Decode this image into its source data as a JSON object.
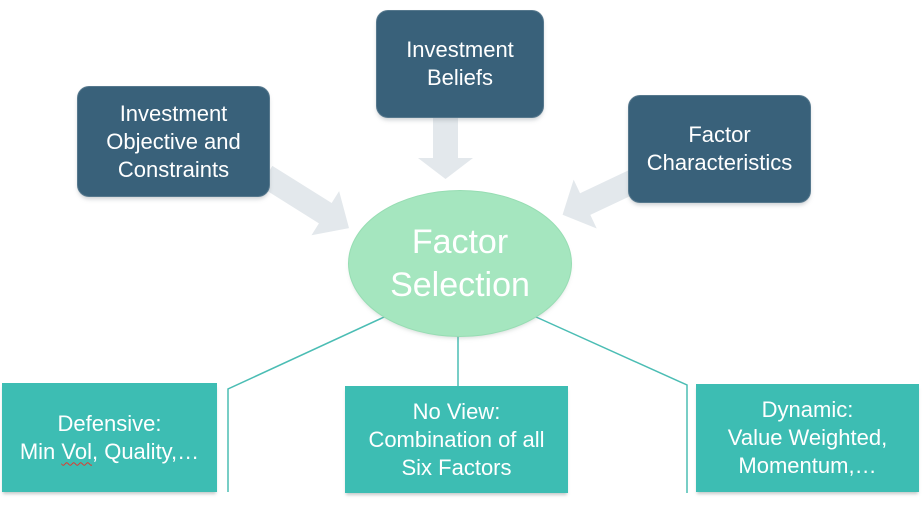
{
  "nodes": {
    "investment_objective": {
      "lines": [
        "Investment",
        "Objective and",
        "Constraints"
      ]
    },
    "investment_beliefs": {
      "lines": [
        "Investment",
        "Beliefs"
      ]
    },
    "factor_characteristics": {
      "lines": [
        "Factor",
        "Characteristics"
      ]
    },
    "factor_selection": {
      "lines": [
        "Factor",
        "Selection"
      ]
    },
    "defensive": {
      "title": "Defensive:",
      "detail_prefix": "Min ",
      "misspelled_word": "Vol",
      "detail_suffix": ", Quality,…"
    },
    "no_view": {
      "lines": [
        "No View:",
        "Combination of all",
        "Six Factors"
      ]
    },
    "dynamic": {
      "lines": [
        "Dynamic:",
        "Value Weighted,",
        "Momentum,…"
      ]
    }
  },
  "colors": {
    "dark_box": "#39617A",
    "teal_box": "#3DBDB3",
    "ellipse_fill": "#A5E6BF",
    "arrow_fill": "#E3E8EC",
    "connector_line": "#4BBDB4",
    "text": "#FFFFFF",
    "spellcheck_underline": "#E0392E",
    "background": "#FFFFFF"
  }
}
